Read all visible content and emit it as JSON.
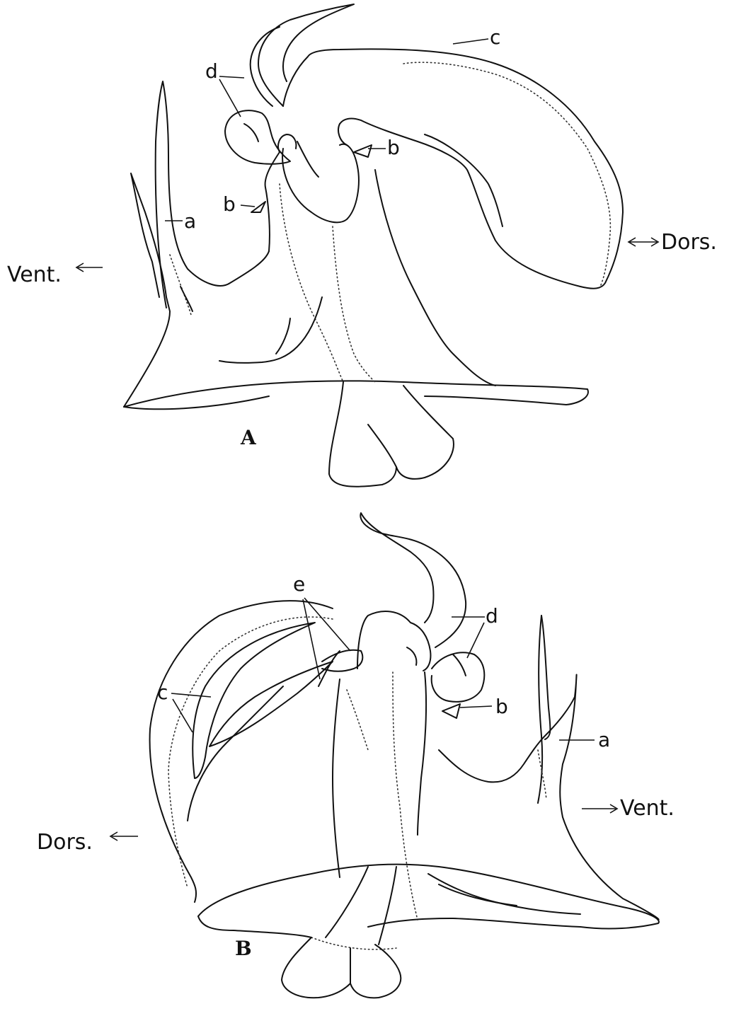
{
  "figure_A": {
    "panel_label": "A",
    "direction_left": "Vent.",
    "direction_right": "Dors.",
    "labels": {
      "a": "a",
      "b1": "b",
      "b2": "b",
      "c": "c",
      "d": "d"
    }
  },
  "figure_B": {
    "panel_label": "B",
    "direction_left": "Dors.",
    "direction_right": "Vent.",
    "labels": {
      "a": "a",
      "b": "b",
      "c": "c",
      "d": "d",
      "e": "e"
    }
  }
}
